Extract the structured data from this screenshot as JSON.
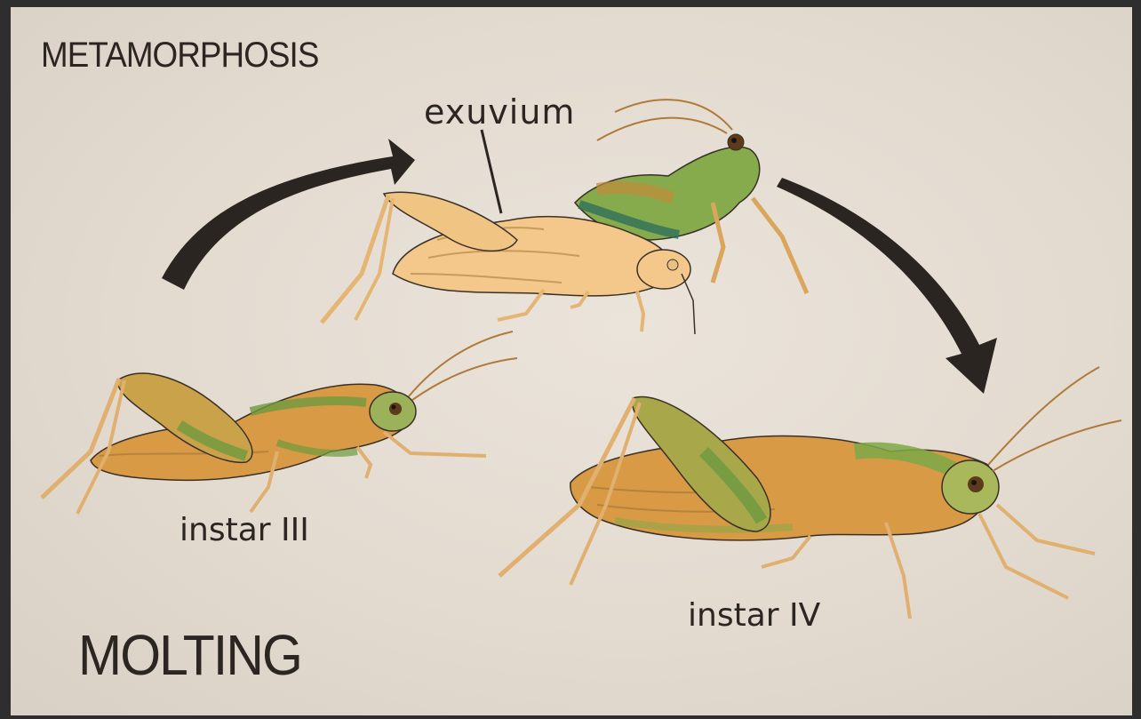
{
  "diagram": {
    "title": "METAMORPHOSIS",
    "subtitle": "MOLTING",
    "labels": {
      "exuvium": "exuvium",
      "instar_3": "instar III",
      "instar_4": "instar IV"
    },
    "colors": {
      "background": "#e4dcd1",
      "exuvium_body": "#f3c88a",
      "nymph_green": "#7ea847",
      "nymph_orange": "#d89a45",
      "outline": "#3a3026",
      "arrow": "#2a2521"
    }
  }
}
